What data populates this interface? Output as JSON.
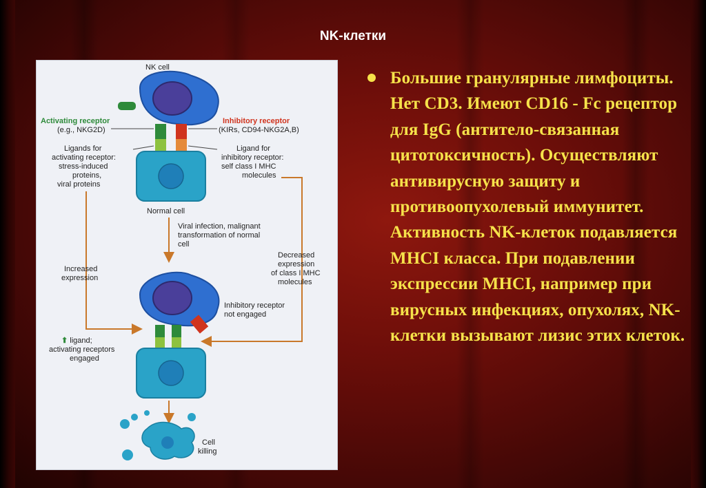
{
  "slide": {
    "title": "NK-клетки",
    "body_text": "Большие гранулярные лимфоциты. Нет CD3. Имеют CD16 - Fc рецептор для IgG (антитело-связанная цитотоксичность). Осуществляют антивирусную защиту и противоопухолевый иммунитет. Активность NK-клеток подавляется MHCI класса. При подавлении экспрессии MHCI, например при вирусных инфекциях, опухолях, NK-клетки вызывают лизис этих клеток."
  },
  "figure": {
    "nk_cell": "NK cell",
    "activating_receptor": "Activating receptor",
    "activating_example": "(e.g., NKG2D)",
    "inhibitory_receptor": "Inhibitory receptor",
    "inhibitory_example": "(KIRs, CD94-NKG2A,B)",
    "ligands_activating": [
      "Ligands for",
      "activating receptor:",
      "stress-induced",
      "proteins,",
      "viral proteins"
    ],
    "ligand_inhibitory": [
      "Ligand for",
      "inhibitory receptor:",
      "self class I MHC",
      "molecules"
    ],
    "normal_cell": "Normal cell",
    "viral_infection": [
      "Viral infection, malignant",
      "transformation of normal",
      "cell"
    ],
    "increased_expression": [
      "Increased",
      "expression"
    ],
    "decreased_expression": [
      "Decreased",
      "expression",
      "of class I MHC",
      "molecules"
    ],
    "inhibitory_not_engaged": [
      "Inhibitory receptor",
      "not engaged"
    ],
    "ligand_engaged": [
      "ligand;",
      "activating receptors",
      "engaged"
    ],
    "cell_killing": [
      "Cell",
      "killing"
    ]
  },
  "colors": {
    "background": "#7a100b",
    "title": "#ffffff",
    "body_text": "#f6e24a",
    "figure_bg": "#eff1f6",
    "nk_cell_blue": "#2f6fd0",
    "nucleus_purple": "#4a3f9a",
    "target_cell_teal": "#2aa3c8",
    "activating_green": "#2e8a3a",
    "inhibitory_red": "#d0341e",
    "arrow_orange": "#c9782a"
  }
}
